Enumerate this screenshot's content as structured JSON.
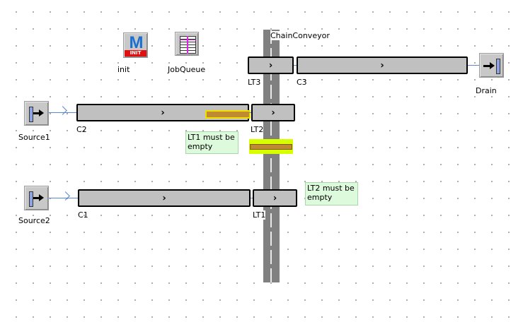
{
  "canvas": {
    "background": "#ffffff",
    "grid_dot_color": "#9a9a9a"
  },
  "objects": {
    "init": {
      "label": "init",
      "icon": "method-init-icon",
      "badge": "INIT"
    },
    "jobqueue": {
      "label": "JobQueue",
      "icon": "table-icon"
    },
    "chainconveyor": {
      "label": "ChainConveyor"
    },
    "source1": {
      "label": "Source1",
      "icon": "source-icon"
    },
    "source2": {
      "label": "Source2",
      "icon": "source-icon"
    },
    "drain": {
      "label": "Drain",
      "icon": "drain-icon"
    },
    "c1": {
      "label": "C1",
      "direction": "›"
    },
    "c2": {
      "label": "C2",
      "direction": "›"
    },
    "c3": {
      "label": "C3",
      "direction": "›"
    },
    "lt1": {
      "label": "LT1",
      "direction": "›"
    },
    "lt2": {
      "label": "LT2",
      "direction": "›"
    },
    "lt3": {
      "label": "LT3",
      "direction": "›"
    }
  },
  "notes": {
    "lt1_note": "LT1 must be empty",
    "lt2_note": "LT2 must be empty"
  },
  "colors": {
    "conveyor_fill": "#c0c0c0",
    "track": "#808080",
    "connector": "#5a86d8",
    "part": "#c08a30",
    "part_highlight_yellow": "#f0e000",
    "part_highlight_lime": "#d8ff00",
    "note_bg": "#ddfadd",
    "init_blue": "#1a6fd0",
    "init_red": "#e01010"
  }
}
